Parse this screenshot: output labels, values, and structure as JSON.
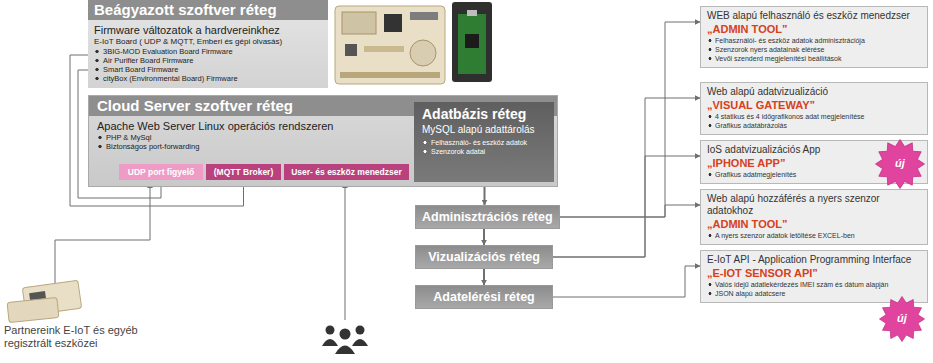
{
  "diagram": {
    "nodes": [
      {
        "text": [
          "Beágyazott szoftver réteg",
          "Firmware változatok a hardvereinkhez",
          "E-IoT Board ( UDP & MQTT, Emberi és gépi olvasás)",
          "3BIG-MOD Evaluation Board Firmware",
          "Air Purifier Board Firmware",
          "Smart Board Firmware",
          "cityBox (Environmental Board) Firmware"
        ]
      },
      {
        "text": [
          "Cloud Server szoftver réteg",
          "Apache Web Server Linux operációs rendszeren",
          "PHP & MySql",
          "Biztonságos port-forwarding"
        ]
      },
      {
        "text": [
          "UDP port figyelő"
        ],
        "in": 1
      },
      {
        "text": [
          "(MQTT Broker)"
        ],
        "in": 1
      },
      {
        "text": [
          "User- és eszköz menedzser"
        ],
        "in": 1
      },
      {
        "text": [
          "Adatbázis réteg",
          "MySQL alapú adattárolás",
          "Felhasználó- és eszköz adatok",
          "Szenzorok adatai"
        ],
        "in": 1
      },
      {
        "text": [
          "Adminisztrációs réteg"
        ]
      },
      {
        "text": [
          "Vizualizációs réteg"
        ]
      },
      {
        "text": [
          "Adatelérési réteg"
        ]
      },
      {
        "text": [
          "WEB alapú felhasználó és eszköz menedzser",
          "„ADMIN TOOL”",
          "Felhasználói- és eszköz adatok adminisztrációja",
          "Szenzorok nyers adatainak elérése",
          "Vevői szenderd megjelenítési beállítások"
        ]
      },
      {
        "text": [
          "Web alapú adatvizualizáció",
          "„VISUAL GATEWAY”",
          "4 statikus és 4 időgrafikonos adat megjelenítése",
          "Grafikus adatábrázolás"
        ]
      },
      {
        "text": [
          "IoS adatvizualizációs App",
          "„IPHONE APP”",
          "Grafikus adatmegjelenítés"
        ]
      },
      {
        "text": [
          "Web alapú hozzáférés a nyers szenzor adatokhoz",
          "„ADMIN TOOL”",
          "A nyers szenzor adatok letöltése EXCEL-ben"
        ]
      },
      {
        "text": [
          "E-IoT API - Application Programming Interface",
          "„E-IOT SENSOR API”",
          "Valós idejű adatlekérdezés IMEI szám és dátum alapján",
          "JSON alapú adatcsere"
        ]
      }
    ],
    "edges": [
      {
        "from": 0,
        "to": 2,
        "arrow": "to"
      },
      {
        "from": 0,
        "to": 3,
        "arrow": "to"
      },
      {
        "from": 5,
        "to": 6,
        "arrow": "to"
      },
      {
        "from": 6,
        "to": 7,
        "arrow": "to"
      },
      {
        "from": 7,
        "to": 8,
        "arrow": "to"
      },
      {
        "from": 6,
        "to": 9,
        "arrow": "to"
      },
      {
        "from": 6,
        "to": 12,
        "arrow": "to"
      },
      {
        "from": 7,
        "to": 10,
        "arrow": "to"
      },
      {
        "from": 7,
        "to": 11,
        "arrow": "to"
      },
      {
        "from": 8,
        "to": 13,
        "arrow": "to"
      }
    ],
    "labels": [
      "Partnereink E-IoT és egyéb regisztrált eszközei",
      "új",
      "új"
    ]
  }
}
